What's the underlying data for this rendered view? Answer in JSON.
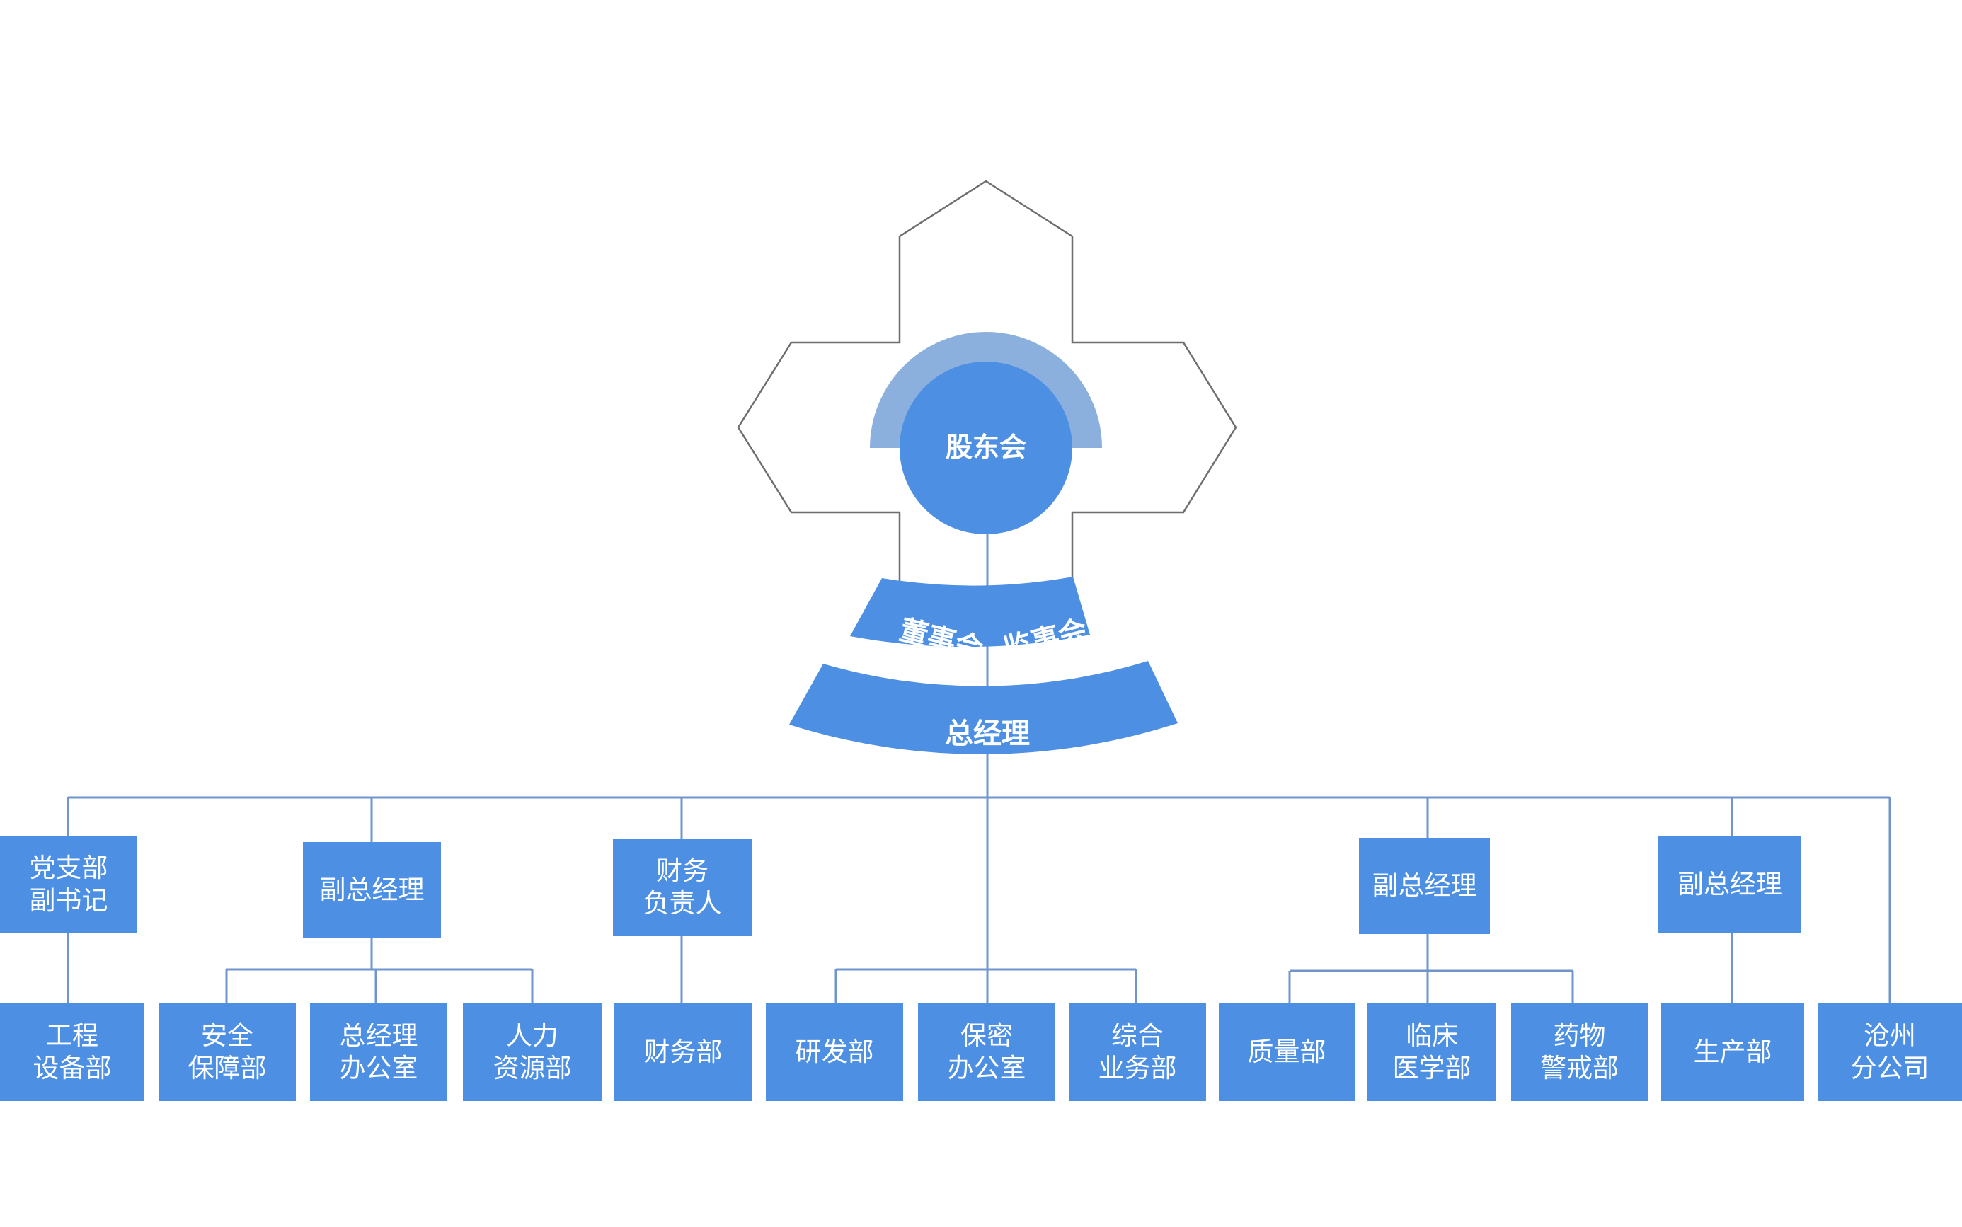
{
  "org": {
    "shareholders": "股东会",
    "board": "董事会",
    "supervisors": "监事会",
    "gm": "总经理",
    "level2": {
      "party": "党支部\n副书记",
      "vp_left": "副总经理",
      "finance_head": "财务\n负责人",
      "vp_right1": "副总经理",
      "vp_right2": "副总经理"
    },
    "departments": {
      "engineering": "工程\n设备部",
      "safety": "安全\n保障部",
      "gm_office": "总经理\n办公室",
      "hr": "人力\n资源部",
      "finance": "财务部",
      "rnd": "研发部",
      "secrecy": "保密\n办公室",
      "general": "综合\n业务部",
      "quality": "质量部",
      "clinical": "临床\n医学部",
      "pharmacovigilance": "药物\n警戒部",
      "production": "生产部",
      "cangzhou": "沧州\n分公司"
    }
  },
  "colors": {
    "primary": "#4d8fe3",
    "halo": "#8cb0dd",
    "line": "#6f95cc",
    "outline": "#6e6e6e"
  }
}
